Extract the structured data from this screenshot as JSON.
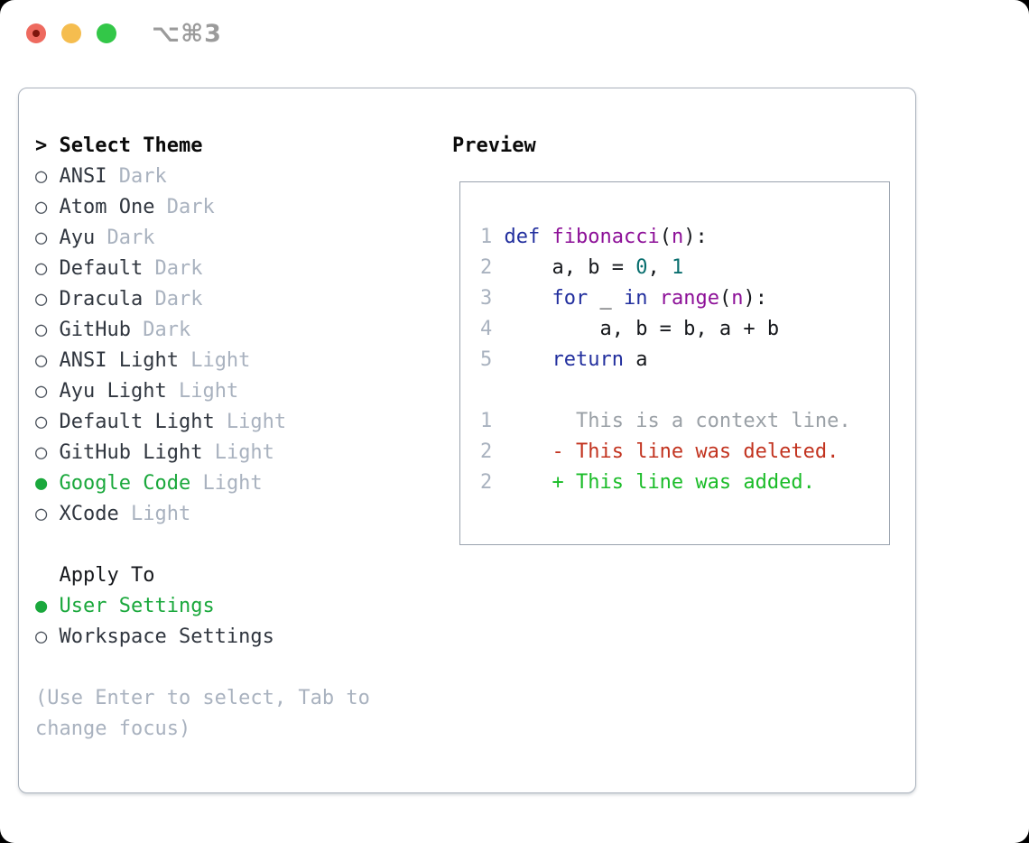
{
  "titlebar": {
    "title": "⌥⌘3",
    "buttons": [
      "close",
      "minimize",
      "zoom"
    ]
  },
  "icons": {
    "radio_empty": "○",
    "radio_filled": "●",
    "prompt_arrow": ">"
  },
  "colors": {
    "accent_green": "#1aa83c",
    "kw": "#222f9e",
    "fn": "#8d1098",
    "num": "#086e6e",
    "plain": "#16181c",
    "ctx": "#9aa0a6",
    "del": "#c2331f",
    "add": "#1abc28",
    "lnum": "#a9b2bf",
    "panel_border": "#a9b1bc",
    "muted": "#a9b2bf"
  },
  "theme_panel": {
    "header_prefix": "> ",
    "header": "Select Theme",
    "themes": [
      {
        "name": "ANSI",
        "variant": "Dark",
        "selected": false
      },
      {
        "name": "Atom One",
        "variant": "Dark",
        "selected": false
      },
      {
        "name": "Ayu",
        "variant": "Dark",
        "selected": false
      },
      {
        "name": "Default",
        "variant": "Dark",
        "selected": false
      },
      {
        "name": "Dracula",
        "variant": "Dark",
        "selected": false
      },
      {
        "name": "GitHub",
        "variant": "Dark",
        "selected": false
      },
      {
        "name": "ANSI Light",
        "variant": "Light",
        "selected": false
      },
      {
        "name": "Ayu Light",
        "variant": "Light",
        "selected": false
      },
      {
        "name": "Default Light",
        "variant": "Light",
        "selected": false
      },
      {
        "name": "GitHub Light",
        "variant": "Light",
        "selected": false
      },
      {
        "name": "Google Code",
        "variant": "Light",
        "selected": true
      },
      {
        "name": "XCode",
        "variant": "Light",
        "selected": false
      }
    ],
    "apply_to": {
      "header": "Apply To",
      "options": [
        {
          "name": "User Settings",
          "selected": true
        },
        {
          "name": "Workspace Settings",
          "selected": false
        }
      ]
    },
    "hint_line1": "(Use Enter to select, Tab to",
    "hint_line2": "change focus)"
  },
  "preview": {
    "header": "Preview",
    "lines": [
      {
        "num": "1",
        "tokens": [
          [
            "def",
            "kw"
          ],
          [
            " ",
            "plain"
          ],
          [
            "fibonacci",
            "fn"
          ],
          [
            "(",
            "plain"
          ],
          [
            "n",
            "fn"
          ],
          [
            "):",
            "plain"
          ]
        ]
      },
      {
        "num": "2",
        "tokens": [
          [
            "    a, b = ",
            "plain"
          ],
          [
            "0",
            "num"
          ],
          [
            ", ",
            "plain"
          ],
          [
            "1",
            "num"
          ]
        ]
      },
      {
        "num": "3",
        "tokens": [
          [
            "    ",
            "plain"
          ],
          [
            "for",
            "kw"
          ],
          [
            " _ ",
            "plain"
          ],
          [
            "in",
            "kw"
          ],
          [
            " ",
            "plain"
          ],
          [
            "range",
            "fn"
          ],
          [
            "(",
            "plain"
          ],
          [
            "n",
            "fn"
          ],
          [
            "):",
            "plain"
          ]
        ]
      },
      {
        "num": "4",
        "tokens": [
          [
            "        a, b = b, a + b",
            "plain"
          ]
        ]
      },
      {
        "num": "5",
        "tokens": [
          [
            "    ",
            "plain"
          ],
          [
            "return",
            "kw"
          ],
          [
            " a",
            "plain"
          ]
        ]
      },
      {
        "blank": true
      },
      {
        "num": "1",
        "tokens": [
          [
            "      This is a context line.",
            "ctx"
          ]
        ]
      },
      {
        "num": "2",
        "tokens": [
          [
            "    - This line was deleted.",
            "del"
          ]
        ]
      },
      {
        "num": "2",
        "tokens": [
          [
            "    + This line was added.",
            "add"
          ]
        ]
      }
    ]
  }
}
